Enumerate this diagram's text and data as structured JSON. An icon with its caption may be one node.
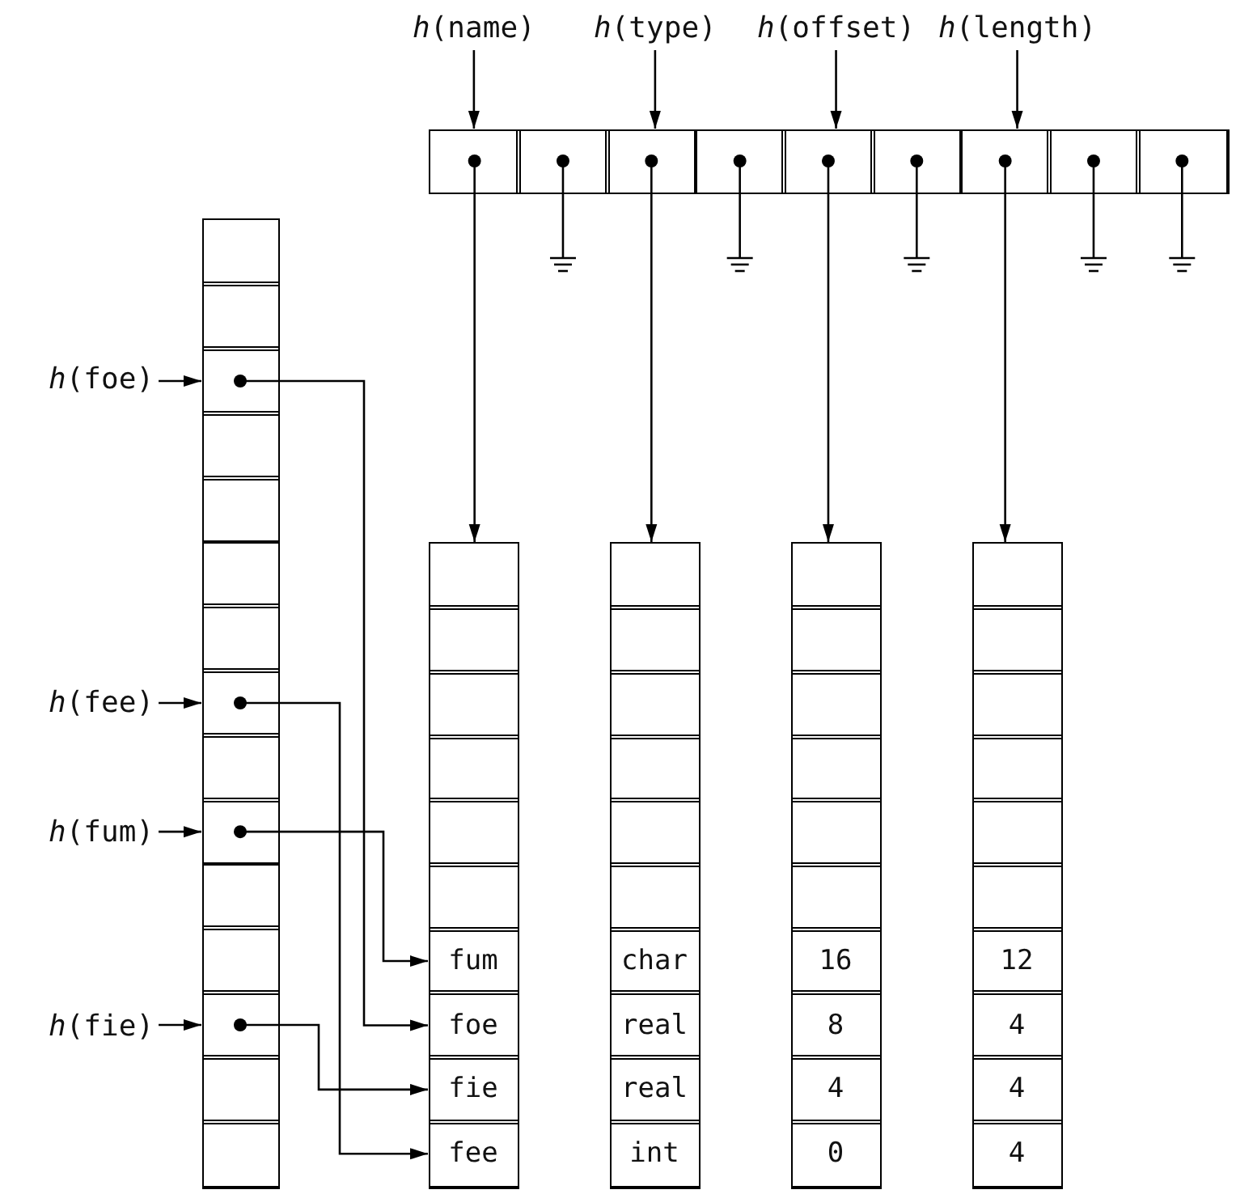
{
  "diagram": {
    "nodes": [
      {
        "text": [
          "*h*(name)"
        ]
      },
      {
        "text": [
          "*h*(type)"
        ]
      },
      {
        "text": [
          "*h*(offset)"
        ]
      },
      {
        "text": [
          "*h*(length)"
        ]
      },
      {
        "text": [],
        "shape": "box"
      },
      {
        "text": [],
        "shape": "box",
        "in": 4
      },
      {
        "text": [],
        "shape": "box",
        "in": 4
      },
      {
        "text": [],
        "shape": "box",
        "in": 4
      },
      {
        "text": [],
        "shape": "box",
        "in": 4
      },
      {
        "text": [],
        "shape": "box",
        "in": 4
      },
      {
        "text": [],
        "shape": "box",
        "in": 4
      },
      {
        "text": [],
        "shape": "box",
        "in": 4
      },
      {
        "text": [],
        "shape": "box",
        "in": 4
      },
      {
        "text": [],
        "shape": "box",
        "in": 4
      },
      {
        "text": [
          "*h*(foe)"
        ]
      },
      {
        "text": [
          "*h*(fee)"
        ]
      },
      {
        "text": [
          "*h*(fum)"
        ]
      },
      {
        "text": [
          "*h*(fie)"
        ]
      },
      {
        "text": [],
        "shape": "box"
      },
      {
        "text": [],
        "shape": "box",
        "in": 18
      },
      {
        "text": [],
        "shape": "box",
        "in": 18
      },
      {
        "text": [],
        "shape": "box",
        "in": 18
      },
      {
        "text": [],
        "shape": "box",
        "in": 18
      },
      {
        "text": [],
        "shape": "box",
        "in": 18
      },
      {
        "text": [],
        "shape": "box",
        "in": 18
      },
      {
        "text": [],
        "shape": "box",
        "in": 18
      },
      {
        "text": [],
        "shape": "box",
        "in": 18
      },
      {
        "text": [],
        "shape": "box",
        "in": 18
      },
      {
        "text": [],
        "shape": "box",
        "in": 18
      },
      {
        "text": [],
        "shape": "box",
        "in": 18
      },
      {
        "text": [],
        "shape": "box",
        "in": 18
      },
      {
        "text": [],
        "shape": "box",
        "in": 18
      },
      {
        "text": [],
        "shape": "box",
        "in": 18
      },
      {
        "text": [],
        "shape": "box",
        "in": 18
      },
      {
        "text": [],
        "shape": "box"
      },
      {
        "text": [],
        "shape": "box",
        "in": 34
      },
      {
        "text": [],
        "shape": "box",
        "in": 34
      },
      {
        "text": [],
        "shape": "box",
        "in": 34
      },
      {
        "text": [],
        "shape": "box",
        "in": 34
      },
      {
        "text": [],
        "shape": "box",
        "in": 34
      },
      {
        "text": [],
        "shape": "box",
        "in": 34
      },
      {
        "text": [
          "fum"
        ],
        "in": 34
      },
      {
        "text": [
          "foe"
        ],
        "in": 34
      },
      {
        "text": [
          "fie"
        ],
        "in": 34
      },
      {
        "text": [
          "fee"
        ],
        "in": 34
      },
      {
        "text": [],
        "shape": "box"
      },
      {
        "text": [],
        "shape": "box",
        "in": 45
      },
      {
        "text": [],
        "shape": "box",
        "in": 45
      },
      {
        "text": [],
        "shape": "box",
        "in": 45
      },
      {
        "text": [],
        "shape": "box",
        "in": 45
      },
      {
        "text": [],
        "shape": "box",
        "in": 45
      },
      {
        "text": [],
        "shape": "box",
        "in": 45
      },
      {
        "text": [
          "char"
        ],
        "in": 45
      },
      {
        "text": [
          "real"
        ],
        "in": 45
      },
      {
        "text": [
          "real"
        ],
        "in": 45
      },
      {
        "text": [
          "int"
        ],
        "in": 45
      },
      {
        "text": [],
        "shape": "box"
      },
      {
        "text": [],
        "shape": "box",
        "in": 56
      },
      {
        "text": [],
        "shape": "box",
        "in": 56
      },
      {
        "text": [],
        "shape": "box",
        "in": 56
      },
      {
        "text": [],
        "shape": "box",
        "in": 56
      },
      {
        "text": [],
        "shape": "box",
        "in": 56
      },
      {
        "text": [],
        "shape": "box",
        "in": 56
      },
      {
        "text": [
          "16"
        ],
        "in": 56
      },
      {
        "text": [
          "8"
        ],
        "in": 56
      },
      {
        "text": [
          "4"
        ],
        "in": 56
      },
      {
        "text": [
          "0"
        ],
        "in": 56
      },
      {
        "text": [],
        "shape": "box"
      },
      {
        "text": [],
        "shape": "box",
        "in": 67
      },
      {
        "text": [],
        "shape": "box",
        "in": 67
      },
      {
        "text": [],
        "shape": "box",
        "in": 67
      },
      {
        "text": [],
        "shape": "box",
        "in": 67
      },
      {
        "text": [],
        "shape": "box",
        "in": 67
      },
      {
        "text": [],
        "shape": "box",
        "in": 67
      },
      {
        "text": [
          "12"
        ],
        "in": 67
      },
      {
        "text": [
          "4"
        ],
        "in": 67
      },
      {
        "text": [
          "4"
        ],
        "in": 67
      },
      {
        "text": [
          "4"
        ],
        "in": 67
      }
    ],
    "edges": [
      {
        "from": 0,
        "to": 5,
        "arrow": "to"
      },
      {
        "from": 1,
        "to": 7,
        "arrow": "to"
      },
      {
        "from": 2,
        "to": 9,
        "arrow": "to"
      },
      {
        "from": 3,
        "to": 11,
        "arrow": "to"
      },
      {
        "from": 5,
        "to": 34,
        "arrow": "to"
      },
      {
        "from": 7,
        "to": 45,
        "arrow": "to"
      },
      {
        "from": 9,
        "to": 56,
        "arrow": "to"
      },
      {
        "from": 11,
        "to": 67,
        "arrow": "to"
      },
      {
        "from": 14,
        "to": 21,
        "arrow": "to"
      },
      {
        "from": 15,
        "to": 26,
        "arrow": "to"
      },
      {
        "from": 16,
        "to": 28,
        "arrow": "to"
      },
      {
        "from": 17,
        "to": 31,
        "arrow": "to"
      },
      {
        "from": 21,
        "to": 42,
        "arrow": "to"
      },
      {
        "from": 26,
        "to": 44,
        "arrow": "to"
      },
      {
        "from": 28,
        "to": 41,
        "arrow": "to"
      },
      {
        "from": 31,
        "to": 43,
        "arrow": "to"
      }
    ]
  }
}
